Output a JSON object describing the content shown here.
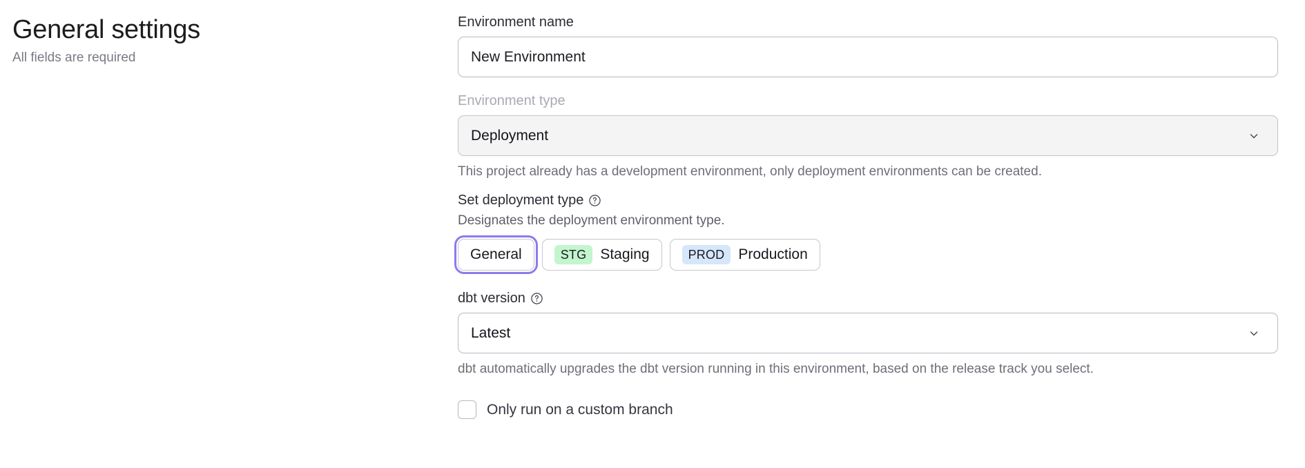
{
  "header": {
    "title": "General settings",
    "subtitle": "All fields are required"
  },
  "form": {
    "environment_name": {
      "label": "Environment name",
      "value": "New Environment",
      "placeholder": "New Environment"
    },
    "environment_type": {
      "label": "Environment type",
      "value": "Deployment",
      "options": [
        "Deployment"
      ],
      "helper_text": "This project already has a development environment, only deployment environments can be created.",
      "disabled": true,
      "chevron_icon": "chevron-down-icon"
    },
    "deployment_type": {
      "label": "Set deployment type",
      "help_icon": "question-circle-icon",
      "description": "Designates the deployment environment type.",
      "options": [
        {
          "id": "general",
          "label": "General",
          "badge": null,
          "badge_color": null,
          "selected": true
        },
        {
          "id": "staging",
          "label": "Staging",
          "badge": "STG",
          "badge_color": "#c3f5cf",
          "selected": false
        },
        {
          "id": "production",
          "label": "Production",
          "badge": "PROD",
          "badge_color": "#d6e6fb",
          "selected": false
        }
      ],
      "focus_ring_color": "#8a7bf0"
    },
    "dbt_version": {
      "label": "dbt version",
      "help_icon": "question-circle-icon",
      "value": "Latest",
      "options": [
        "Latest"
      ],
      "helper_text": "dbt automatically upgrades the dbt version running in this environment, based on the release track you select.",
      "chevron_icon": "chevron-down-icon"
    },
    "custom_branch": {
      "label": "Only run on a custom branch",
      "checked": false
    }
  }
}
